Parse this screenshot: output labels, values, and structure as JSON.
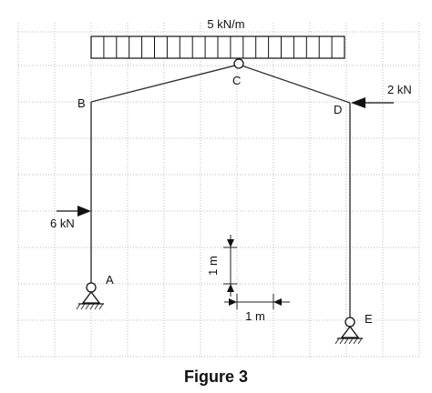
{
  "figure": {
    "caption": "Figure 3",
    "load_distributed": "5 kN/m",
    "load_left": "6 kN",
    "load_right": "2 kN",
    "dimension_vertical": "1 m",
    "dimension_horizontal": "1 m"
  },
  "nodes": {
    "A": "A",
    "B": "B",
    "C": "C",
    "D": "D",
    "E": "E"
  }
}
